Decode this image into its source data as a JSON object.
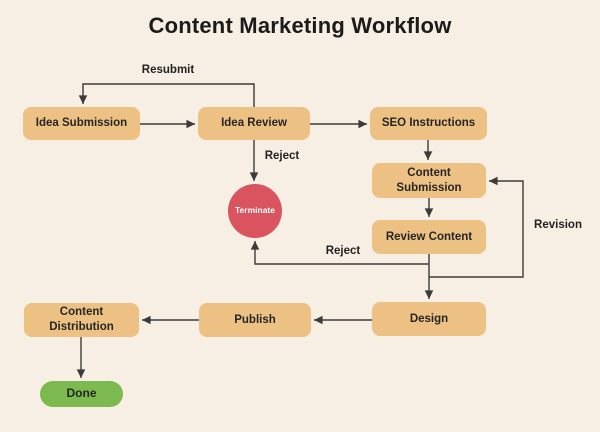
{
  "title": "Content Marketing Workflow",
  "colors": {
    "bg": "#f7efe4",
    "node-fill": "#ecc183",
    "terminate-fill": "#d9545f",
    "done-fill": "#7cb94e",
    "line": "#3b3b3b",
    "text": "#262626",
    "title": "#1b1b1b"
  },
  "nodes": {
    "idea_submission": {
      "label": "Idea Submission"
    },
    "idea_review": {
      "label": "Idea Review"
    },
    "seo_instructions": {
      "label": "SEO Instructions"
    },
    "content_submission": {
      "label": "Content\nSubmission"
    },
    "review_content": {
      "label": "Review Content"
    },
    "terminate": {
      "label": "Terminate"
    },
    "design": {
      "label": "Design"
    },
    "publish": {
      "label": "Publish"
    },
    "content_distribution": {
      "label": "Content\nDistribution"
    },
    "done": {
      "label": "Done"
    }
  },
  "edge_labels": {
    "resubmit": "Resubmit",
    "reject_idea": "Reject",
    "reject_review": "Reject",
    "revision": "Revision"
  }
}
